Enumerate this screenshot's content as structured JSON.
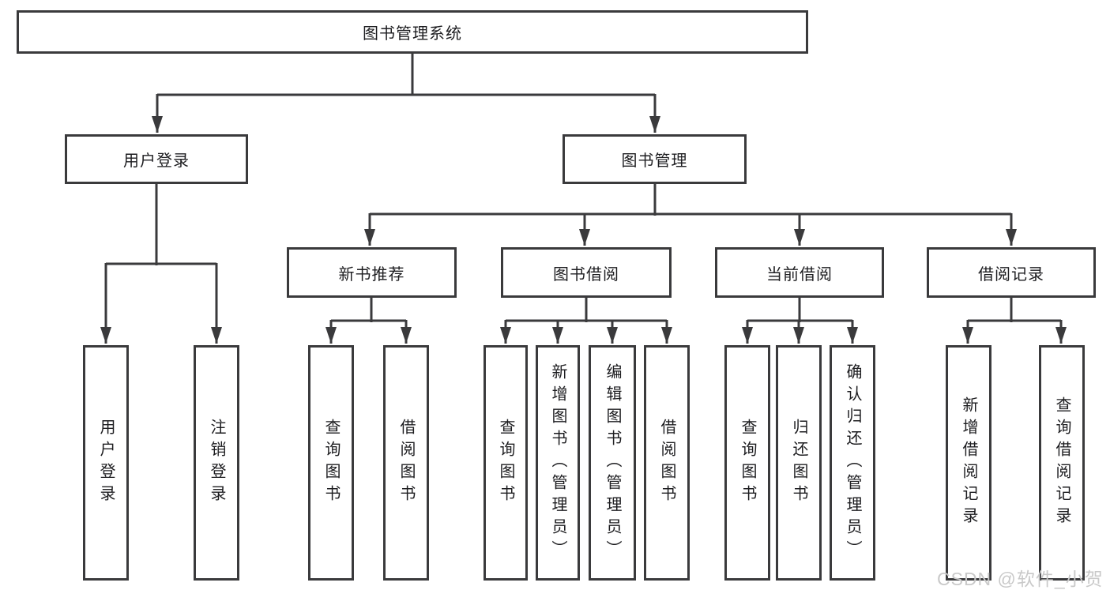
{
  "tree": {
    "label": "图书管理系统",
    "children": [
      {
        "label": "用户登录",
        "children": [
          {
            "label": "用户登录"
          },
          {
            "label": "注销登录"
          }
        ]
      },
      {
        "label": "图书管理",
        "children": [
          {
            "label": "新书推荐",
            "children": [
              {
                "label": "查询图书"
              },
              {
                "label": "借阅图书"
              }
            ]
          },
          {
            "label": "图书借阅",
            "children": [
              {
                "label": "查询图书"
              },
              {
                "label": "新增图书（管理员）"
              },
              {
                "label": "编辑图书（管理员）"
              },
              {
                "label": "借阅图书"
              }
            ]
          },
          {
            "label": "当前借阅",
            "children": [
              {
                "label": "查询图书"
              },
              {
                "label": "归还图书"
              },
              {
                "label": "确认归还（管理员）"
              }
            ]
          },
          {
            "label": "借阅记录",
            "children": [
              {
                "label": "新增借阅记录"
              },
              {
                "label": "查询借阅记录"
              }
            ]
          }
        ]
      }
    ]
  },
  "watermark": {
    "text": "CSDN @软件_小贺同学"
  },
  "colors": {
    "line": "#3a3a3c",
    "text": "#1d1d20",
    "watermark": "#c9c9c9",
    "background": "#ffffff"
  }
}
